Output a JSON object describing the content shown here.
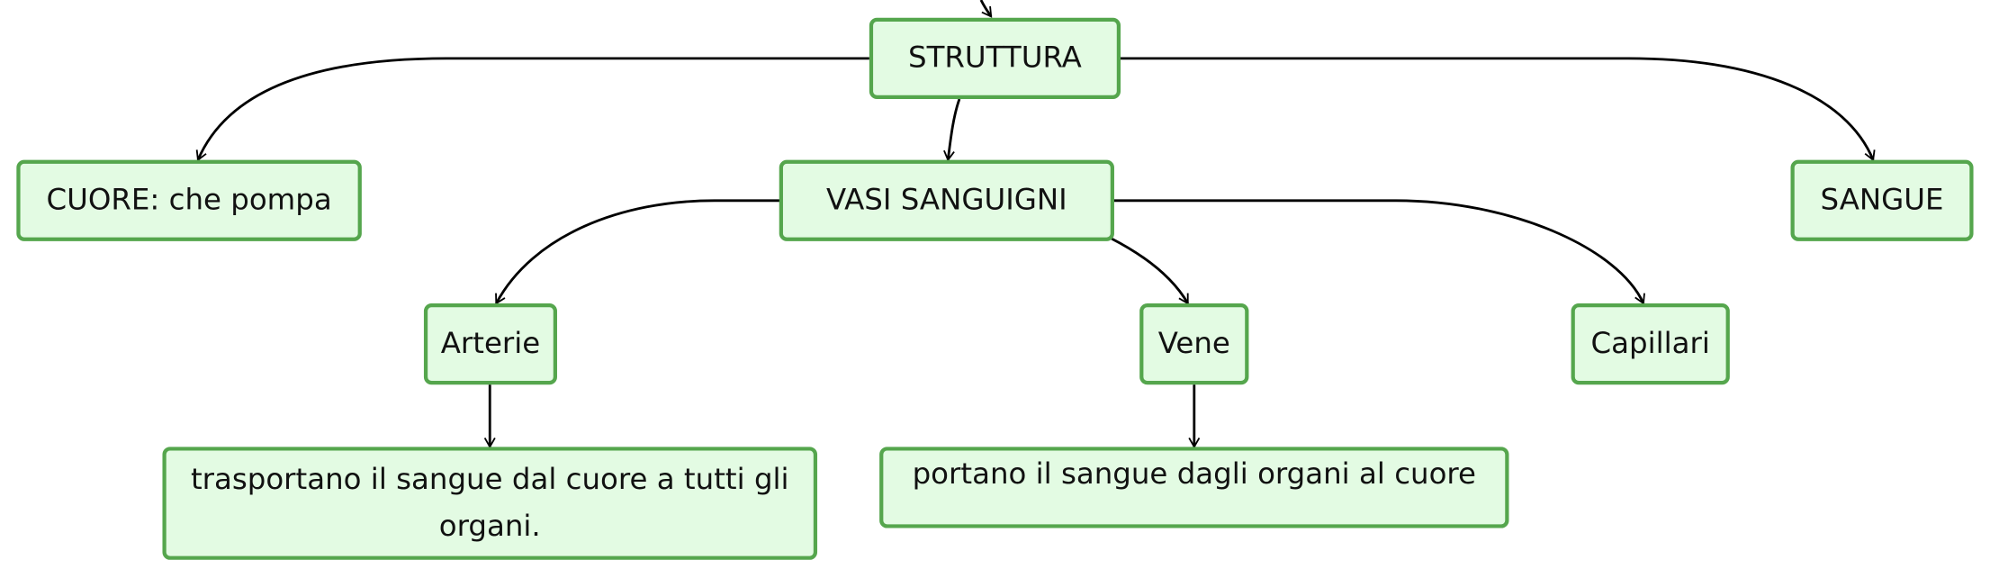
{
  "colors": {
    "node_fill": "#e3fbe3",
    "node_border": "#55a64d",
    "edge": "#000000",
    "text": "#111111"
  },
  "nodes": {
    "struttura": "STRUTTURA",
    "cuore": "CUORE: che pompa",
    "vasi": "VASI SANGUIGNI",
    "sangue": "SANGUE",
    "arterie": "Arterie",
    "vene": "Vene",
    "capillari": "Capillari",
    "arterie_desc": "trasportano il sangue dal cuore a tutti gli organi.",
    "vene_desc": "portano il sangue dagli organi al cuore"
  }
}
